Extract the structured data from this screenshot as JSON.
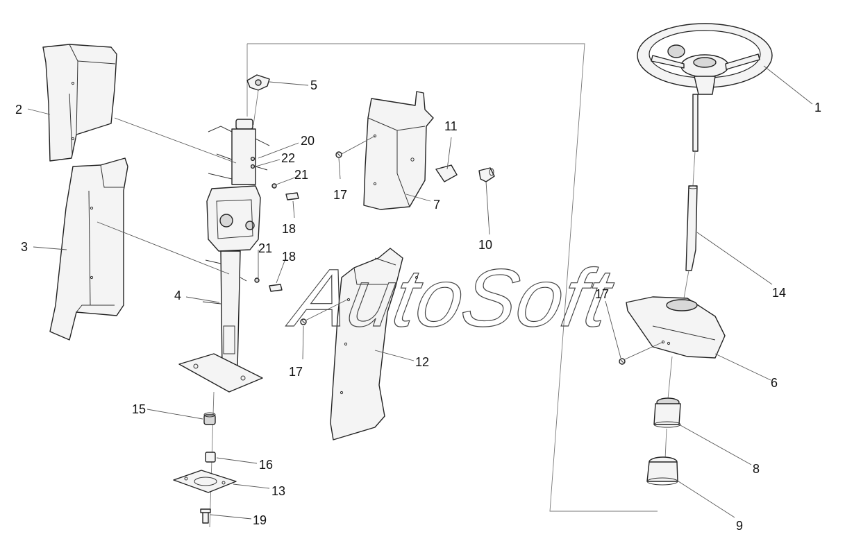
{
  "watermark": "AutoSoft",
  "callouts": {
    "c1": "1",
    "c2": "2",
    "c3": "3",
    "c4": "4",
    "c5": "5",
    "c6": "6",
    "c7": "7",
    "c8": "8",
    "c9": "9",
    "c10": "10",
    "c11": "11",
    "c12": "12",
    "c13": "13",
    "c14": "14",
    "c15": "15",
    "c16": "16",
    "c17a": "17",
    "c17b": "17",
    "c17c": "17",
    "c18a": "18",
    "c18b": "18",
    "c19": "19",
    "c20": "20",
    "c21a": "21",
    "c21b": "21",
    "c22": "22"
  }
}
